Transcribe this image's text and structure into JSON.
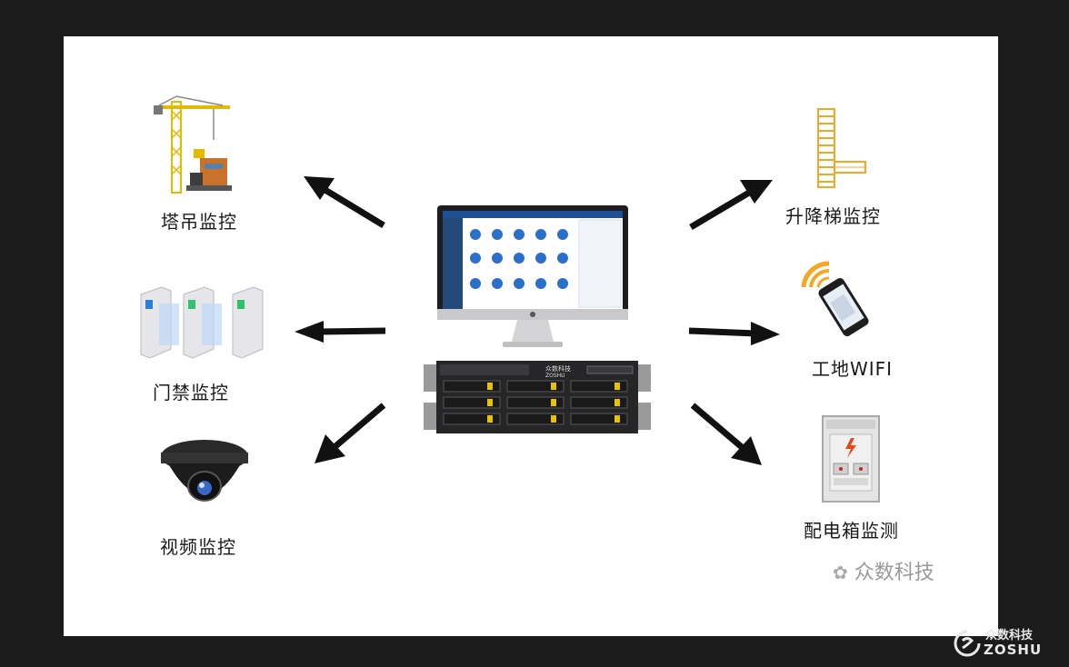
{
  "left_nodes": [
    {
      "label": "塔吊监控",
      "icon": "tower-crane-icon"
    },
    {
      "label": "门禁监控",
      "icon": "turnstile-gate-icon"
    },
    {
      "label": "视频监控",
      "icon": "dome-camera-icon"
    }
  ],
  "right_nodes": [
    {
      "label": "升降梯监控",
      "icon": "construction-elevator-icon"
    },
    {
      "label": "工地WIFI",
      "icon": "smartphone-wifi-icon"
    },
    {
      "label": "配电箱监测",
      "icon": "distribution-box-icon"
    }
  ],
  "center": {
    "icons": [
      "monitor-icon",
      "rack-server-icon"
    ],
    "server_brand_cn": "众数科技",
    "server_brand_en": "ZOSHU"
  },
  "watermark_inner": "众数科技",
  "watermark_corner": {
    "cn": "众数科技",
    "en": "ZOSHU"
  },
  "colors": {
    "background": "#1b1b1b",
    "panel": "#ffffff",
    "arrow": "#111111",
    "accent_orange": "#f5a623",
    "screen_blue": "#2a6fc9"
  }
}
